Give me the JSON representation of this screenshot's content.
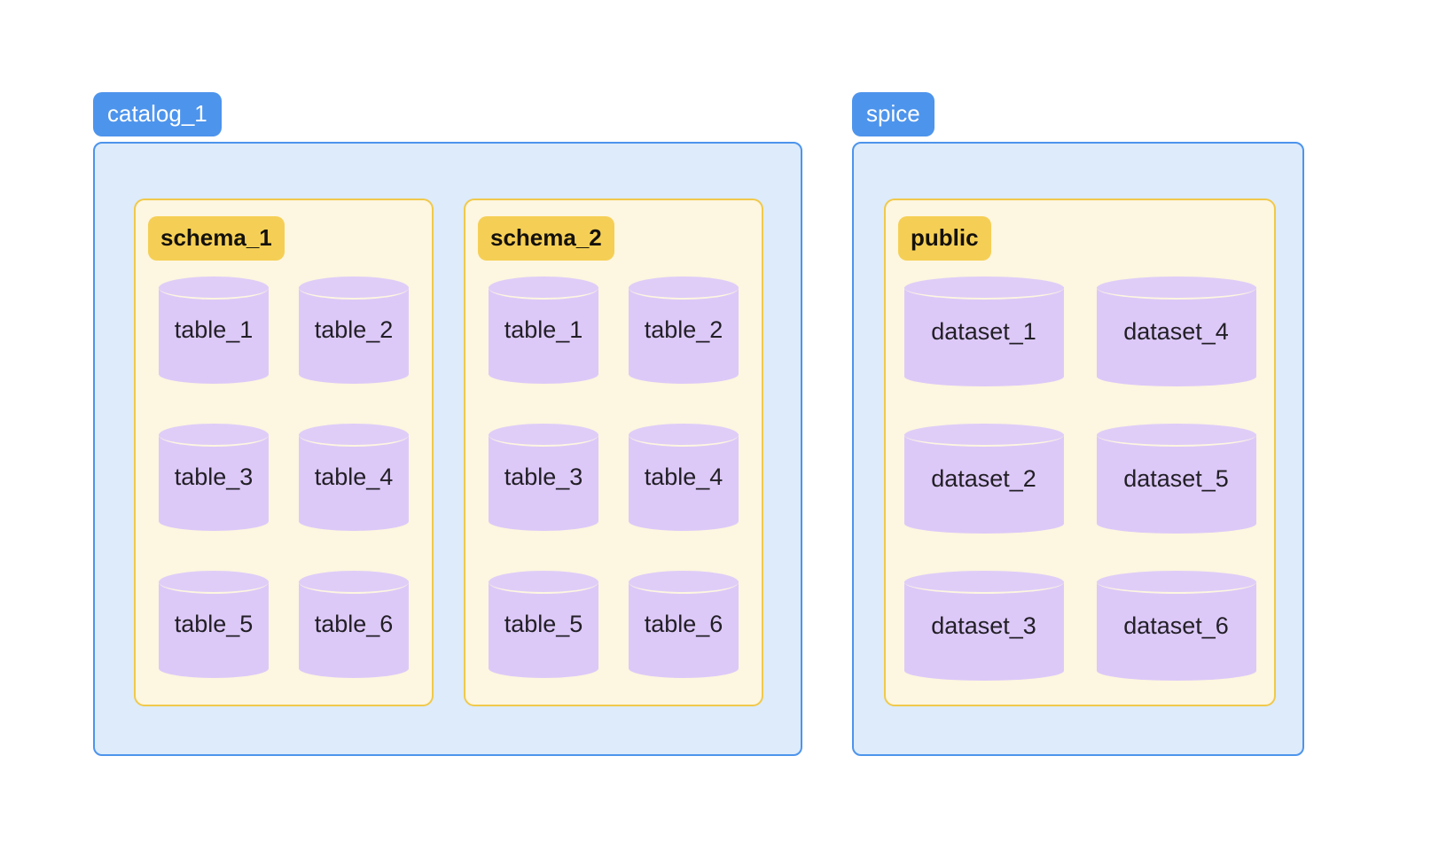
{
  "diagram": {
    "title": "catalog-schema-table-hierarchy",
    "colors": {
      "catalog_badge_bg": "#4d94ec",
      "catalog_badge_text": "#ffffff",
      "catalog_panel_bg": "#ddebfb",
      "catalog_panel_border": "#4d94ec",
      "schema_badge_bg": "#f5cf55",
      "schema_badge_text": "#14110c",
      "schema_panel_bg": "#fdf6e0",
      "schema_panel_border": "#f0c94a",
      "cylinder_body": "#ddc9f8",
      "cylinder_top": "#dfcdf8",
      "cylinder_label": "#221f26",
      "page_bg": "#ffffff"
    },
    "catalogs": [
      {
        "name": "catalog_1",
        "schemas": [
          {
            "name": "schema_1",
            "object_kind": "table",
            "objects": [
              "table_1",
              "table_2",
              "table_3",
              "table_4",
              "table_5",
              "table_6"
            ]
          },
          {
            "name": "schema_2",
            "object_kind": "table",
            "objects": [
              "table_1",
              "table_2",
              "table_3",
              "table_4",
              "table_5",
              "table_6"
            ]
          }
        ]
      },
      {
        "name": "spice",
        "schemas": [
          {
            "name": "public",
            "object_kind": "dataset",
            "objects": [
              "dataset_1",
              "dataset_4",
              "dataset_2",
              "dataset_5",
              "dataset_3",
              "dataset_6"
            ]
          }
        ]
      }
    ]
  }
}
